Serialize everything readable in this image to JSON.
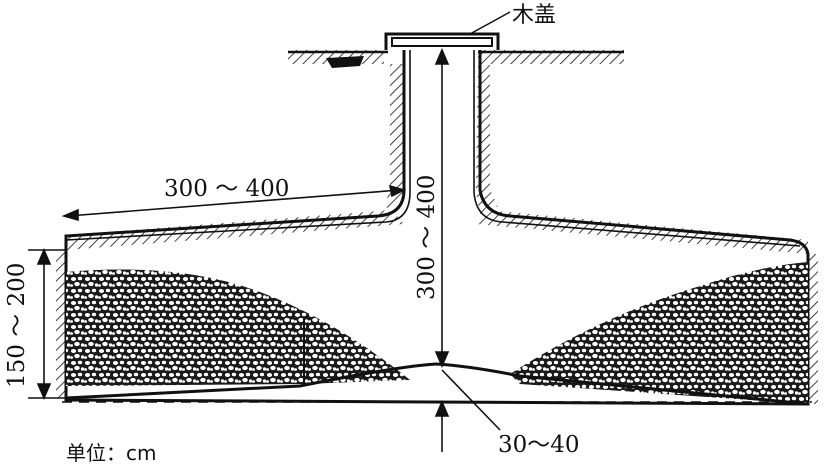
{
  "labels": {
    "wood_cover": "木盖",
    "unit": "单位：cm",
    "dim_wing_length": "300 ～ 400",
    "dim_shaft_depth": "300 ～ 400",
    "dim_height": "150 ～ 200",
    "dim_bottom": "30～40"
  },
  "colors": {
    "line": "#111111",
    "background": "#ffffff"
  }
}
